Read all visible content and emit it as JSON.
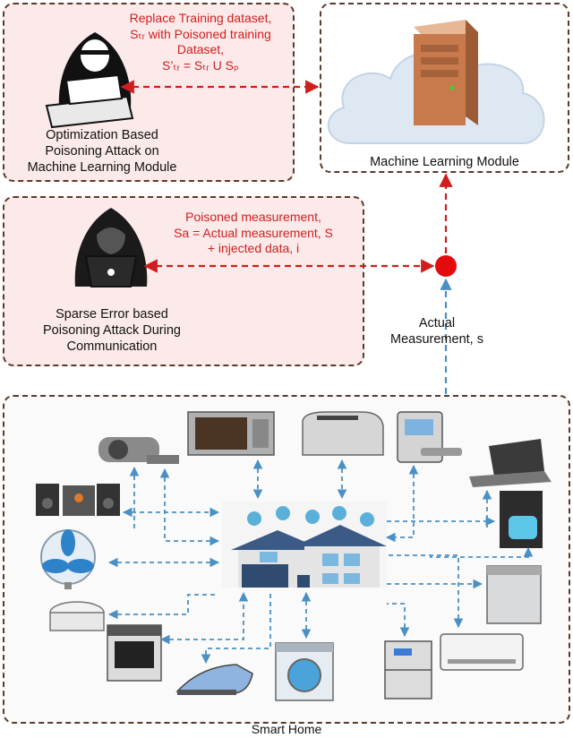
{
  "attack1": {
    "red_lines": [
      "Replace Training dataset,",
      "Sₜᵣ with Poisoned training",
      "Dataset,",
      "S’ₜᵣ = Sₜᵣ U Sₚ"
    ],
    "label_lines": [
      "Optimization Based",
      "Poisoning Attack on",
      "Machine Learning Module"
    ]
  },
  "ml_module": {
    "label": "Machine Learning Module"
  },
  "attack2": {
    "red_lines": [
      "Poisoned measurement,",
      "Sa = Actual measurement, S",
      "+ injected data, i"
    ],
    "label_lines": [
      "Sparse Error based",
      "Poisoning Attack During",
      "Communication"
    ]
  },
  "measurement": {
    "label_lines": [
      "Actual",
      "Measurement, s"
    ]
  },
  "smart_home": {
    "label": "Smart Home",
    "devices": [
      "cctv-camera-icon",
      "microwave-icon",
      "toaster-icon",
      "smart-lock-icon",
      "laptop-icon",
      "stereo-icon",
      "coffee-maker-icon",
      "fan-icon",
      "dishwasher-icon",
      "rice-cooker-icon",
      "oven-icon",
      "iron-icon",
      "washing-machine-icon",
      "fridge-icon",
      "air-conditioner-icon",
      "house-icon"
    ]
  },
  "colors": {
    "red": "#d11d1d",
    "dashed_border": "#5a3a2a",
    "pink_fill": "#fceaea",
    "arrow_blue": "#4a90c4",
    "cloud": "#dde8f3"
  }
}
